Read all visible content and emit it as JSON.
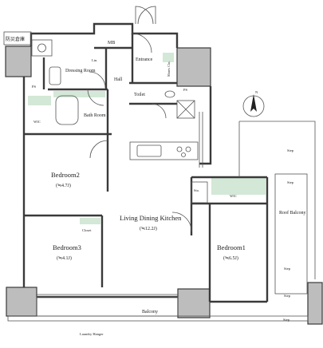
{
  "colors": {
    "wall": "#3a3a3a",
    "column_fill": "#bdbdbd",
    "green_fill": "#d3e8d6",
    "line": "#555555"
  },
  "rooms": {
    "emergency_storage": "防災倉庫",
    "mb": "MB",
    "dressing_room": "Dressing Room",
    "linen": "Lin.",
    "entrance": "Entrance",
    "shoes_closet": "Shoes Clo.",
    "hall": "Hall",
    "toilet": "Toilet",
    "ps_left": "PS",
    "ps_right": "PS",
    "wic_left": "WIC",
    "bath_room": "Bath Room",
    "bedroom2": "Bedroom2",
    "bedroom2_size": "(≒4.7J)",
    "bedroom3": "Bedroom3",
    "bedroom3_size": "(≒4.1J)",
    "closet": "Closet",
    "living_dining_kitchen": "Living Dining Kitchen",
    "ldk_size": "(≒12.2J)",
    "storage": "Sto.",
    "wic_right": "WIC",
    "bedroom1": "Bedroom1",
    "bedroom1_size": "(≒6.5J)",
    "roof_balcony": "Roof Balcony",
    "balcony": "Balcony",
    "laundry_hanger": "Laundry Hanger",
    "step_labels": [
      "Step",
      "Step",
      "Step",
      "Step",
      "Step"
    ]
  },
  "compass": {
    "label": "N"
  }
}
